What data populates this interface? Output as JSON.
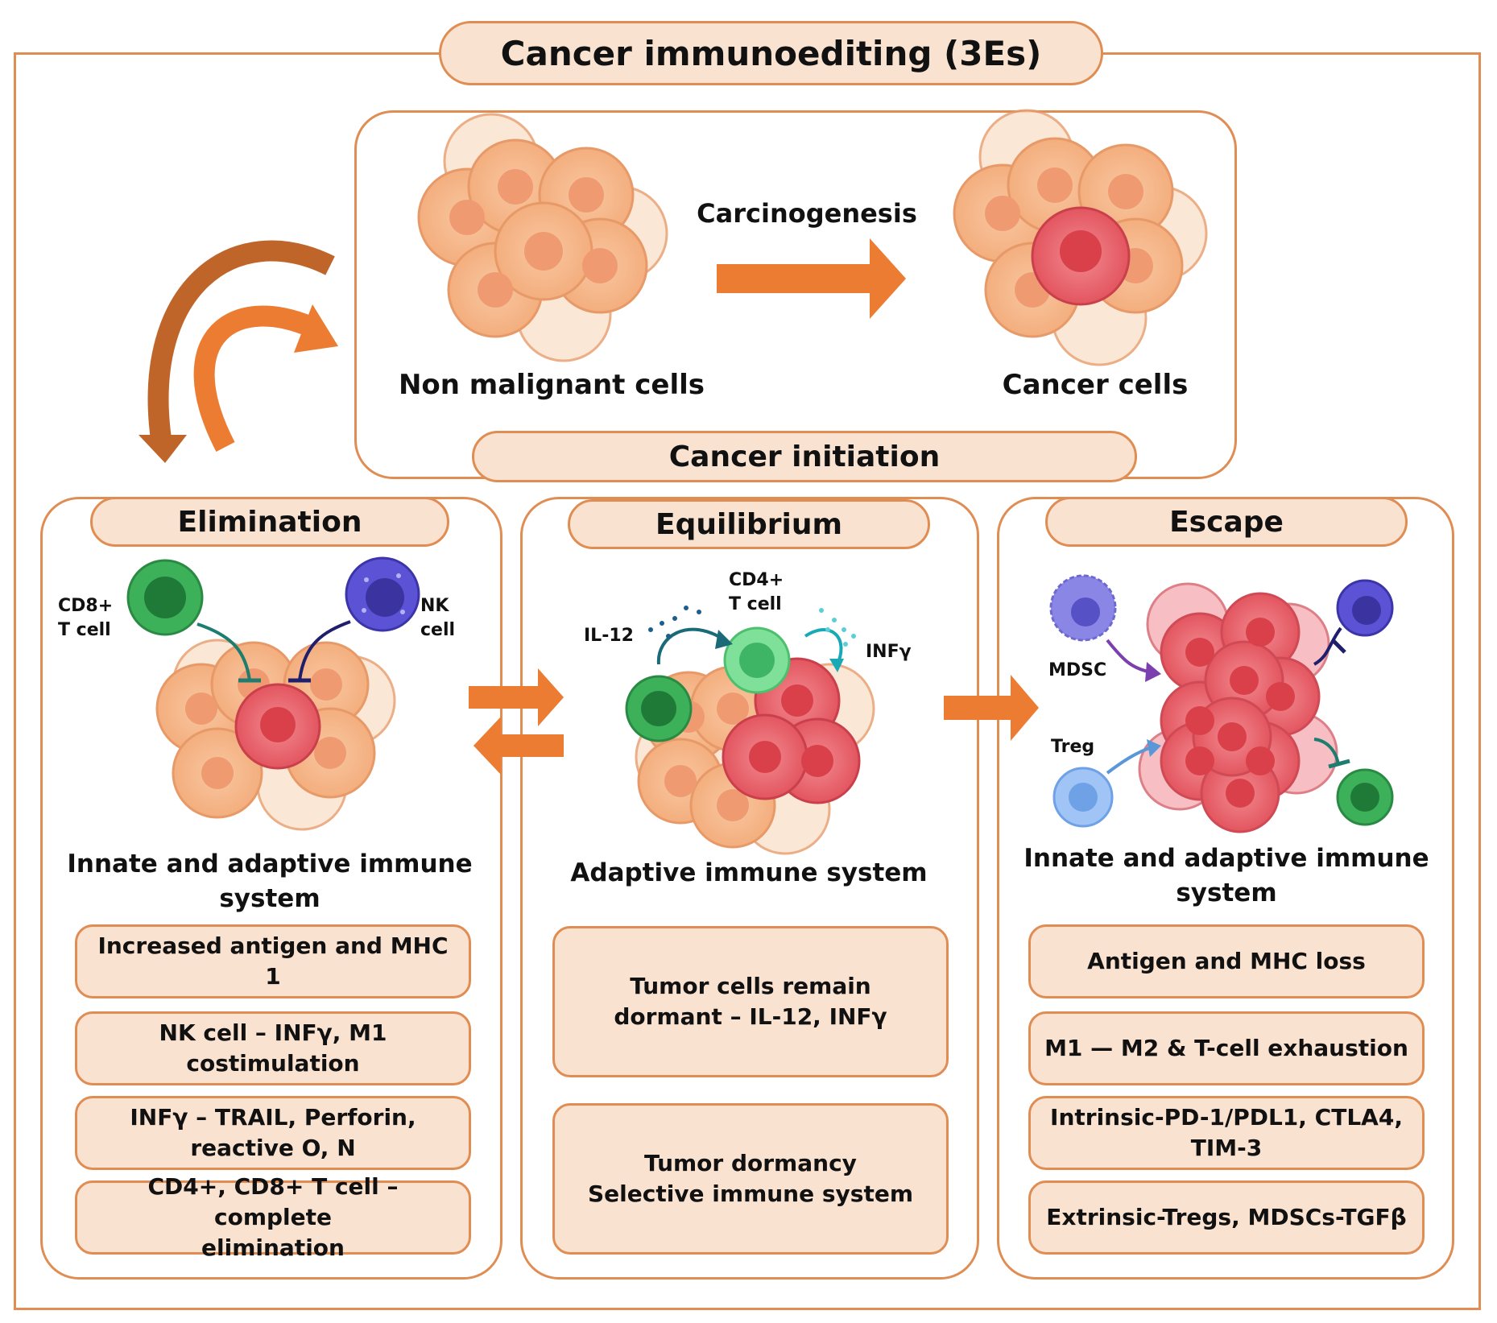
{
  "title": "Cancer immunoediting (3Es)",
  "top": {
    "left_label": "Non malignant cells",
    "right_label": "Cancer cells",
    "arrow_label": "Carcinogenesis",
    "bottom_pill": "Cancer initiation"
  },
  "elimination": {
    "heading": "Elimination",
    "cd8_label_1": "CD8+",
    "cd8_label_2": "T cell",
    "nk_label_1": "NK",
    "nk_label_2": "cell",
    "caption_1": "Innate and adaptive immune",
    "caption_2": "system",
    "boxes": [
      {
        "l1": "Increased antigen and MHC 1",
        "l2": ""
      },
      {
        "l1": "NK cell – INFγ, M1",
        "l2": "costimulation"
      },
      {
        "l1": "INFγ – TRAIL, Perforin,",
        "l2": "reactive O, N"
      },
      {
        "l1": "CD4+, CD8+ T cell – complete",
        "l2": "elimination"
      }
    ]
  },
  "equilibrium": {
    "heading": "Equilibrium",
    "il12": "IL-12",
    "cd4_label_1": "CD4+",
    "cd4_label_2": "T cell",
    "infg": "INFγ",
    "caption": "Adaptive immune system",
    "boxes": [
      {
        "l1": "Tumor cells remain",
        "l2": "dormant – IL-12, INFγ"
      },
      {
        "l1": "Tumor dormancy",
        "l2": "Selective immune system"
      }
    ]
  },
  "escape": {
    "heading": "Escape",
    "mdsc": "MDSC",
    "treg": "Treg",
    "caption_1": "Innate and adaptive immune",
    "caption_2": "system",
    "boxes": [
      {
        "l1": "Antigen and MHC loss",
        "l2": ""
      },
      {
        "l1": "M1 — M2 & T-cell exhaustion",
        "l2": ""
      },
      {
        "l1": "Intrinsic-PD-1/PDL1, CTLA4,",
        "l2": "TIM-3"
      },
      {
        "l1": "Extrinsic-Tregs, MDSCs-TGFβ",
        "l2": ""
      }
    ]
  },
  "colors": {
    "accent_border": "#df8d53",
    "pill_fill": "#fae2d1",
    "arrow_orange": "#ec7c31",
    "cancer_red": "#e85a63",
    "normal_peach": "#f6b988",
    "t_cell_green": "#3cb15a",
    "nk_purple": "#4b43c4"
  },
  "icons": [
    "cell-cluster-icon",
    "cancer-cell-icon",
    "t-cell-icon",
    "nk-cell-icon",
    "mdsc-icon",
    "treg-icon",
    "arrow-icon",
    "cytokine-dots-icon"
  ]
}
